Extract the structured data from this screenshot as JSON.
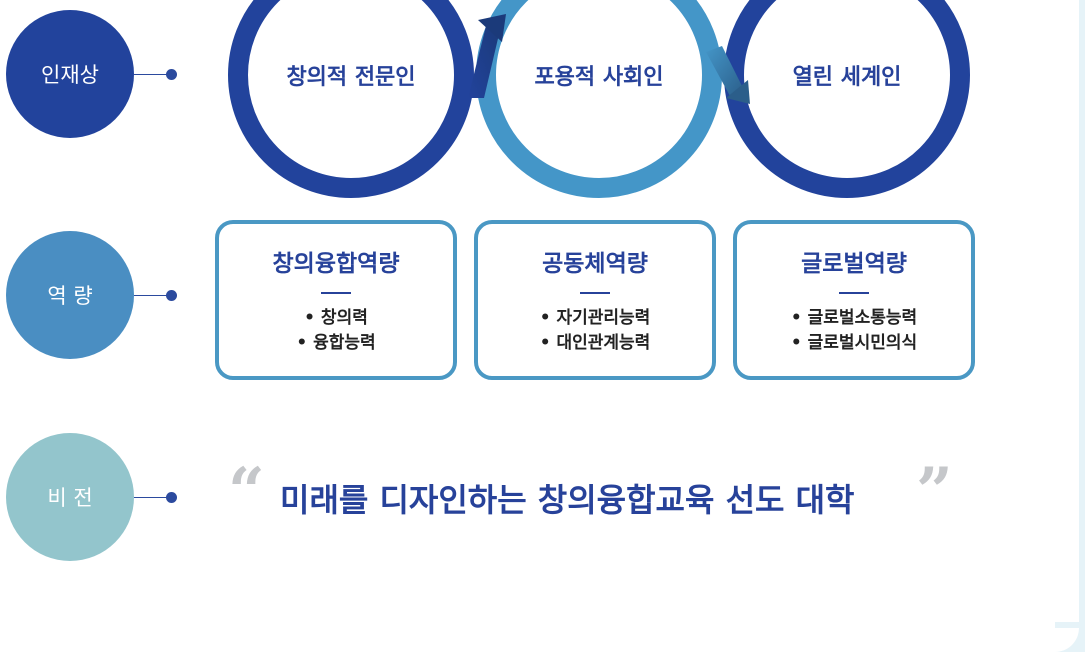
{
  "rows": {
    "talent": {
      "label": "인재상",
      "color": "#22439c"
    },
    "competency": {
      "label": "역 량",
      "color": "#4a8ec2"
    },
    "vision": {
      "label": "비 전",
      "color": "#93c5cc"
    }
  },
  "talent_rings": [
    {
      "label": "창의적 전문인",
      "color": "#22439c"
    },
    {
      "label": "포용적 사회인",
      "color": "#4496c8"
    },
    {
      "label": "열린 세계인",
      "color": "#22439c"
    }
  ],
  "competencies": [
    {
      "title": "창의융합역량",
      "items": [
        "• 창의력",
        "• 융합능력"
      ]
    },
    {
      "title": "공동체역량",
      "items": [
        "• 자기관리능력",
        "• 대인관계능력"
      ]
    },
    {
      "title": "글로벌역량",
      "items": [
        "• 글로벌소통능력",
        "• 글로벌시민의식"
      ]
    }
  ],
  "vision_statement": {
    "open_quote": "“",
    "text": "미래를 디자인하는 창의융합교육 선도 대학",
    "close_quote": "”"
  }
}
